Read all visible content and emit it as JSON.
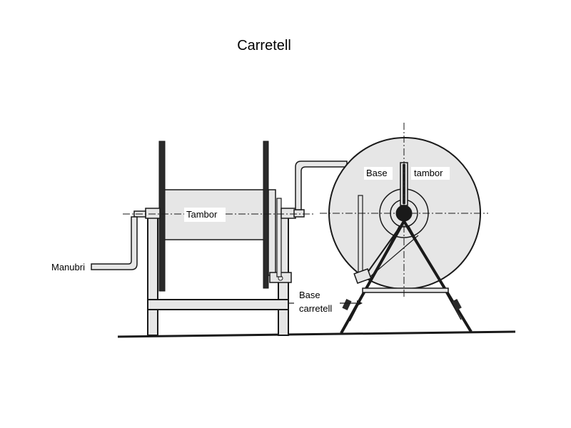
{
  "title": "Carretell",
  "labels": {
    "tambor_side": "Tambor",
    "manubri": "Manubri",
    "base_carretell_line1": "Base",
    "base_carretell_line2": "carretell",
    "base_front": "Base",
    "tambor_front": "tambor"
  },
  "colors": {
    "fill": "#e6e6e6",
    "stroke": "#1a1a1a",
    "background": "#ffffff"
  }
}
